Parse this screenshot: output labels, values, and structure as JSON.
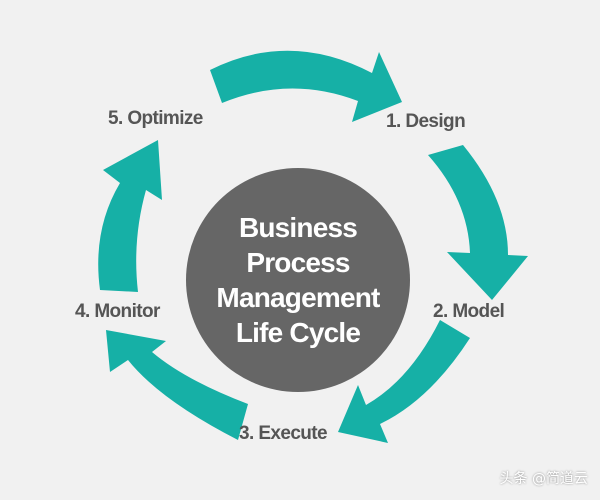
{
  "diagram": {
    "center": {
      "lines": [
        "Business",
        "Process",
        "Management",
        "Life Cycle"
      ],
      "color": "#666666"
    },
    "stages": [
      {
        "key": "design",
        "label": "1. Design"
      },
      {
        "key": "model",
        "label": "2. Model"
      },
      {
        "key": "execute",
        "label": "3. Execute"
      },
      {
        "key": "monitor",
        "label": "4. Monitor"
      },
      {
        "key": "optimize",
        "label": "5. Optimize"
      }
    ],
    "arrow_color": "#16b0a6",
    "background_color": "#f1f1f1",
    "label_color": "#555555"
  },
  "watermark": {
    "text": "头条 @简道云"
  }
}
